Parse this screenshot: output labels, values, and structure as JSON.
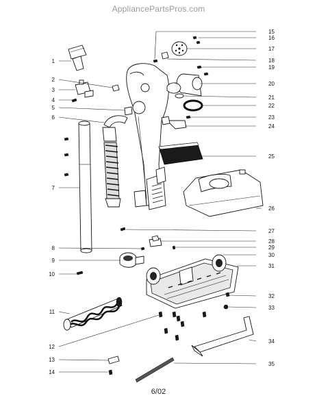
{
  "watermark": "AppliancePartsPros.com",
  "footer_code": "6/02",
  "callouts": [
    "1",
    "2",
    "3",
    "4",
    "5",
    "6",
    "7",
    "8",
    "9",
    "10",
    "11",
    "12",
    "13",
    "14",
    "15",
    "16",
    "17",
    "18",
    "19",
    "20",
    "21",
    "22",
    "23",
    "24",
    "25",
    "26",
    "27",
    "28",
    "29",
    "30",
    "31",
    "32",
    "33",
    "34",
    "35"
  ]
}
